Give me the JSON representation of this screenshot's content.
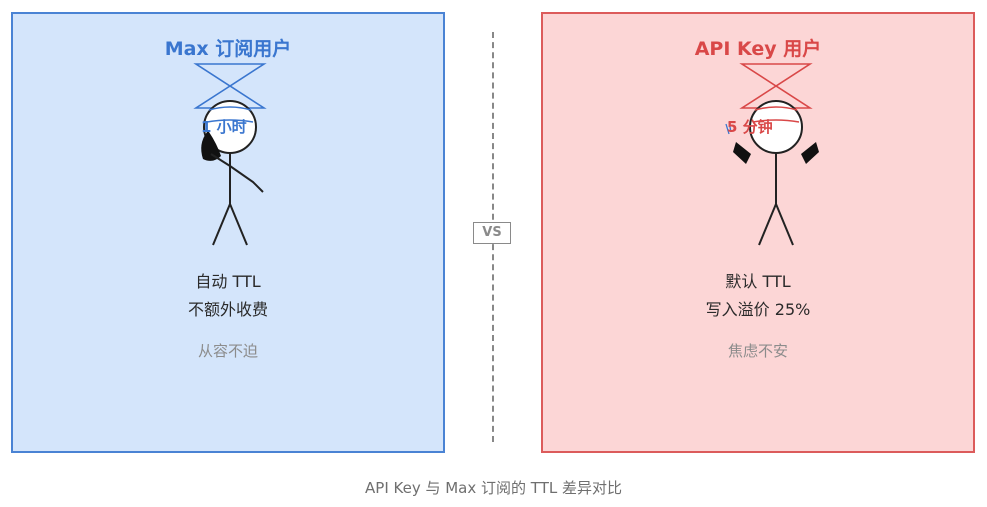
{
  "left": {
    "title": "Max 订阅用户",
    "badge": "1 小时",
    "line1": "自动 TTL",
    "line2": "不额外收费",
    "note": "从容不迫",
    "accent": "#3a76cf",
    "fill": "#d4e5fb"
  },
  "right": {
    "title": "API Key 用户",
    "badge": "5 分钟",
    "line1": "默认 TTL",
    "line2": "写入溢价 25%",
    "note": "焦虑不安",
    "accent": "#d94848",
    "fill": "#fcd6d6"
  },
  "vs_label": "VS",
  "caption": "API Key 与 Max 订阅的 TTL 差异对比",
  "icons": {
    "left_figure": "relaxed-stick-figure-icon",
    "right_figure": "anxious-stick-figure-icon",
    "hourglass": "hourglass-icon"
  }
}
